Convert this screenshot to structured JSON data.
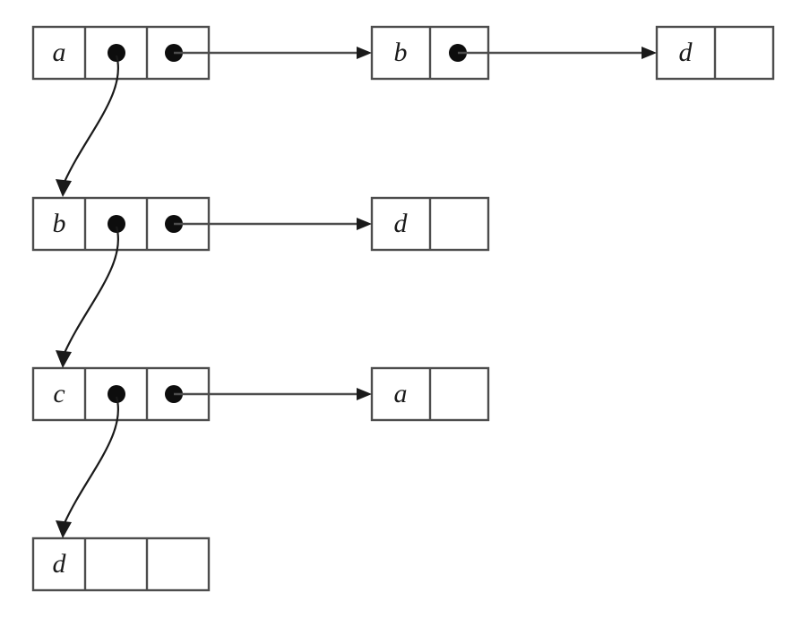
{
  "diagram": {
    "title": "Linked list chain diagram",
    "type": "linked-list",
    "colors": {
      "background": "#ffffff",
      "box_stroke": "#4d4d4d",
      "dot": "#0d0d0d",
      "line": "#4d4d4d",
      "curve": "#1a1a1a",
      "text": "#1a1a1a"
    },
    "rows": [
      {
        "row_id": "row-1",
        "nodes": [
          {
            "node_id": "row1-node1",
            "cells": [
              {
                "kind": "key",
                "label": "a"
              },
              {
                "kind": "pointer",
                "label": ""
              },
              {
                "kind": "pointer",
                "label": ""
              }
            ]
          },
          {
            "node_id": "row1-node2",
            "cells": [
              {
                "kind": "key",
                "label": "b"
              },
              {
                "kind": "pointer",
                "label": ""
              }
            ]
          },
          {
            "node_id": "row1-node3",
            "cells": [
              {
                "kind": "key",
                "label": "d"
              },
              {
                "kind": "empty",
                "label": ""
              }
            ]
          }
        ]
      },
      {
        "row_id": "row-2",
        "nodes": [
          {
            "node_id": "row2-node1",
            "cells": [
              {
                "kind": "key",
                "label": "b"
              },
              {
                "kind": "pointer",
                "label": ""
              },
              {
                "kind": "pointer",
                "label": ""
              }
            ]
          },
          {
            "node_id": "row2-node2",
            "cells": [
              {
                "kind": "key",
                "label": "d"
              },
              {
                "kind": "empty",
                "label": ""
              }
            ]
          }
        ]
      },
      {
        "row_id": "row-3",
        "nodes": [
          {
            "node_id": "row3-node1",
            "cells": [
              {
                "kind": "key",
                "label": "c"
              },
              {
                "kind": "pointer",
                "label": ""
              },
              {
                "kind": "pointer",
                "label": ""
              }
            ]
          },
          {
            "node_id": "row3-node2",
            "cells": [
              {
                "kind": "key",
                "label": "a"
              },
              {
                "kind": "empty",
                "label": ""
              }
            ]
          }
        ]
      },
      {
        "row_id": "row-4",
        "nodes": [
          {
            "node_id": "row4-node1",
            "cells": [
              {
                "kind": "key",
                "label": "d"
              },
              {
                "kind": "empty",
                "label": ""
              },
              {
                "kind": "empty",
                "label": ""
              }
            ]
          }
        ]
      }
    ],
    "labels": {
      "r1n1_c1": "a",
      "r1n2_c1": "b",
      "r1n3_c1": "d",
      "r2n1_c1": "b",
      "r2n2_c1": "d",
      "r3n1_c1": "c",
      "r3n2_c1": "a",
      "r4n1_c1": "d"
    },
    "edges": [
      {
        "edge_id": "edge-r1n1-to-r1n2",
        "kind": "horizontal",
        "from": "row1-node1.cell3",
        "to": "row1-node2"
      },
      {
        "edge_id": "edge-r1n2-to-r1n3",
        "kind": "horizontal",
        "from": "row1-node2.cell2",
        "to": "row1-node3"
      },
      {
        "edge_id": "edge-r1n1-to-r2n1",
        "kind": "curved",
        "from": "row1-node1.cell2",
        "to": "row2-node1"
      },
      {
        "edge_id": "edge-r2n1-to-r2n2",
        "kind": "horizontal",
        "from": "row2-node1.cell3",
        "to": "row2-node2"
      },
      {
        "edge_id": "edge-r2n1-to-r3n1",
        "kind": "curved",
        "from": "row2-node1.cell2",
        "to": "row3-node1"
      },
      {
        "edge_id": "edge-r3n1-to-r3n2",
        "kind": "horizontal",
        "from": "row3-node1.cell3",
        "to": "row3-node2"
      },
      {
        "edge_id": "edge-r3n1-to-r4n1",
        "kind": "curved",
        "from": "row3-node1.cell2",
        "to": "row4-node1"
      }
    ]
  }
}
